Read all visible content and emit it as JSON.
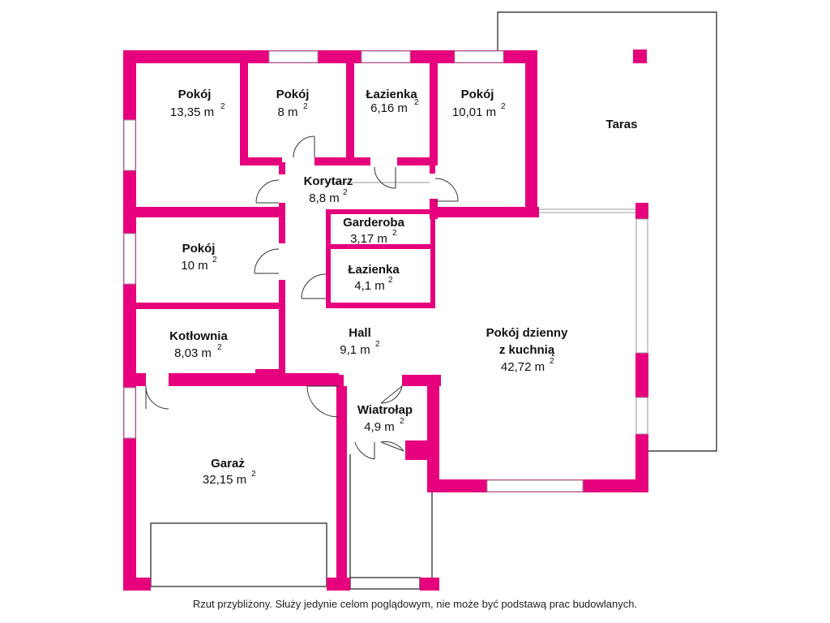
{
  "rooms": {
    "pokoj_1": {
      "name": "Pokój",
      "area": "13,35 m",
      "unit_power": "2"
    },
    "pokoj_2": {
      "name": "Pokój",
      "area": "8 m",
      "unit_power": "2"
    },
    "lazienka_1": {
      "name": "Łazienka",
      "area": "6,16 m",
      "unit_power": "2"
    },
    "pokoj_3": {
      "name": "Pokój",
      "area": "10,01 m",
      "unit_power": "2"
    },
    "taras": {
      "name": "Taras"
    },
    "korytarz": {
      "name": "Korytarz",
      "area": "8,8 m",
      "unit_power": "2"
    },
    "garderoba": {
      "name": "Garderoba",
      "area": "3,17 m",
      "unit_power": "2"
    },
    "pokoj_4": {
      "name": "Pokój",
      "area": "10 m",
      "unit_power": "2"
    },
    "lazienka_2": {
      "name": "Łazienka",
      "area": "4,1 m",
      "unit_power": "2"
    },
    "kotlownia": {
      "name": "Kotłownia",
      "area": "8,03 m",
      "unit_power": "2"
    },
    "hall": {
      "name": "Hall",
      "area": "9,1 m",
      "unit_power": "2"
    },
    "pokoj_dzienny": {
      "name_line1": "Pokój dzienny",
      "name_line2": "z kuchnią",
      "area": "42,72 m",
      "unit_power": "2"
    },
    "wiatrolap": {
      "name": "Wiatrołap",
      "area": "4,9 m",
      "unit_power": "2"
    },
    "garaz": {
      "name": "Garaż",
      "area": "32,15 m",
      "unit_power": "2"
    }
  },
  "footnote": "Rzut przybliżony. Służy jedynie celom poglądowym, nie może być podstawą prac budowlanych.",
  "colors": {
    "wall": "#e6007e",
    "line": "#1a1a1a",
    "background": "#ffffff"
  }
}
